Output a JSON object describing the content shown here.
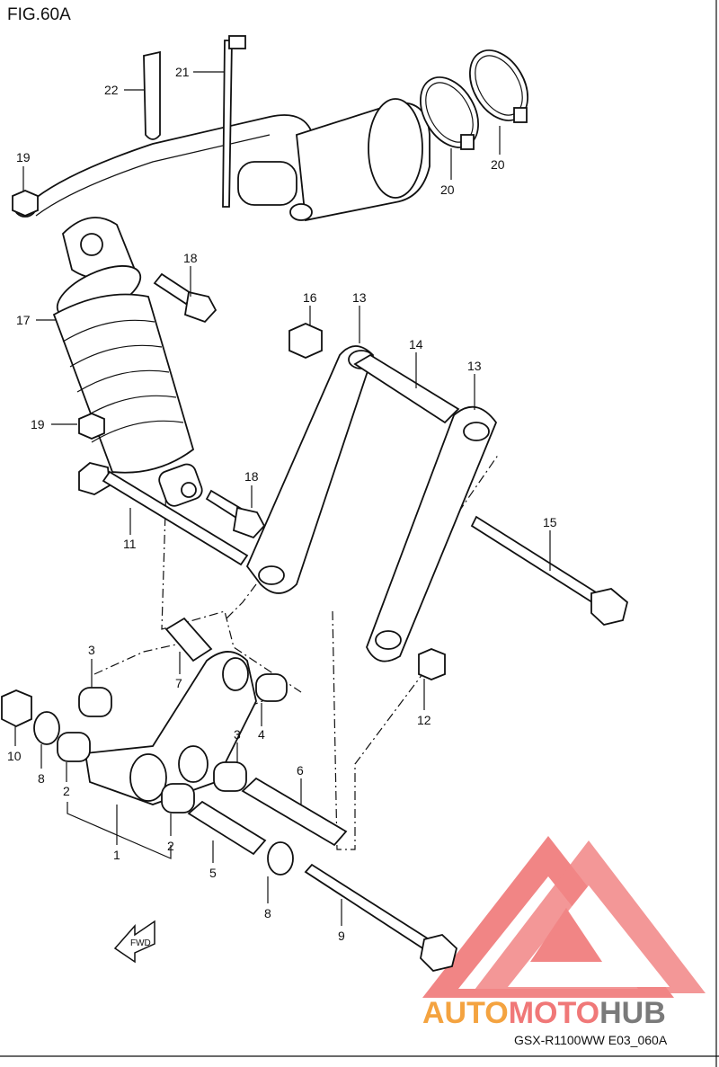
{
  "figure_label": "FIG.60A",
  "footer_code": "GSX-R1100WW  E03_060A",
  "watermark": {
    "parts": [
      "AUTO",
      "MOTO",
      "HUB"
    ],
    "colors": {
      "auto": "#f4a340",
      "moto": "#f07878",
      "hub": "#7a7a7a",
      "logo": "#f08080"
    }
  },
  "fwd_marker": "FWD",
  "callouts": {
    "c1": "1",
    "c2a": "2",
    "c2b": "2",
    "c3a": "3",
    "c3b": "3",
    "c4": "4",
    "c5": "5",
    "c6": "6",
    "c7": "7",
    "c8a": "8",
    "c8b": "8",
    "c9": "9",
    "c10": "10",
    "c11": "11",
    "c12": "12",
    "c13a": "13",
    "c13b": "13",
    "c14": "14",
    "c15": "15",
    "c16": "16",
    "c17": "17",
    "c18a": "18",
    "c18b": "18",
    "c19a": "19",
    "c19b": "19",
    "c20a": "20",
    "c20b": "20",
    "c21": "21",
    "c22": "22"
  }
}
